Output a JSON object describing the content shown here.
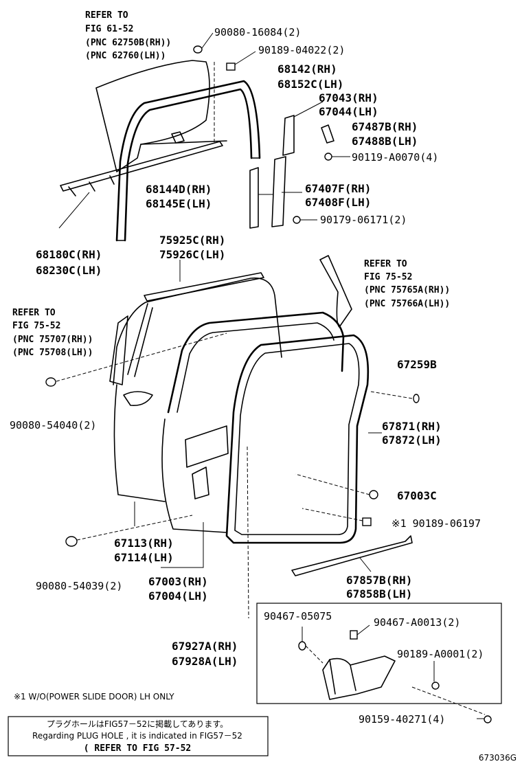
{
  "diagram_id": "673036G",
  "footnote": "※1 W/O(POWER SLIDE DOOR) LH ONLY",
  "notice": {
    "line_jp": "プラグホールはFIG57－52に掲載してあります。",
    "line_en": "Regarding PLUG HOLE , it is indicated in FIG57－52",
    "line_ref": "( REFER TO FIG 57-52"
  },
  "refs": {
    "r61": [
      "REFER TO",
      "FIG 61-52",
      "(PNC 62750B(RH))",
      "(PNC 62760(LH))"
    ],
    "r75a": [
      "REFER TO",
      "FIG 75-52",
      "(PNC 75765A(RH))",
      "(PNC 75766A(LH))"
    ],
    "r75b": [
      "REFER TO",
      "FIG 75-52",
      "(PNC 75707(RH))",
      "(PNC 75708(LH))"
    ]
  },
  "parts": {
    "p1": "90080-16084(2)",
    "p2": "90189-04022(2)",
    "p3a": "68142(RH)",
    "p3b": "68152C(LH)",
    "p4a": "67043(RH)",
    "p4b": "67044(LH)",
    "p5a": "67487B(RH)",
    "p5b": "67488B(LH)",
    "p6": "90119-A0070(4)",
    "p7a": "68144D(RH)",
    "p7b": "68145E(LH)",
    "p8a": "67407F(RH)",
    "p8b": "67408F(LH)",
    "p9": "90179-06171(2)",
    "p10a": "68180C(RH)",
    "p10b": "68230C(LH)",
    "p11a": "75925C(RH)",
    "p11b": "75926C(LH)",
    "p12": "67259B",
    "p13": "90080-54040(2)",
    "p14a": "67871(RH)",
    "p14b": "67872(LH)",
    "p15": "67003C",
    "p16": "※1 90189-06197",
    "p17a": "67113(RH)",
    "p17b": "67114(LH)",
    "p18": "90080-54039(2)",
    "p19a": "67003(RH)",
    "p19b": "67004(LH)",
    "p20a": "67857B(RH)",
    "p20b": "67858B(LH)",
    "p21": "90467-05075",
    "p22": "90467-A0013(2)",
    "p23a": "67927A(RH)",
    "p23b": "67928A(LH)",
    "p24": "90189-A0001(2)",
    "p25": "90159-40271(4)"
  }
}
